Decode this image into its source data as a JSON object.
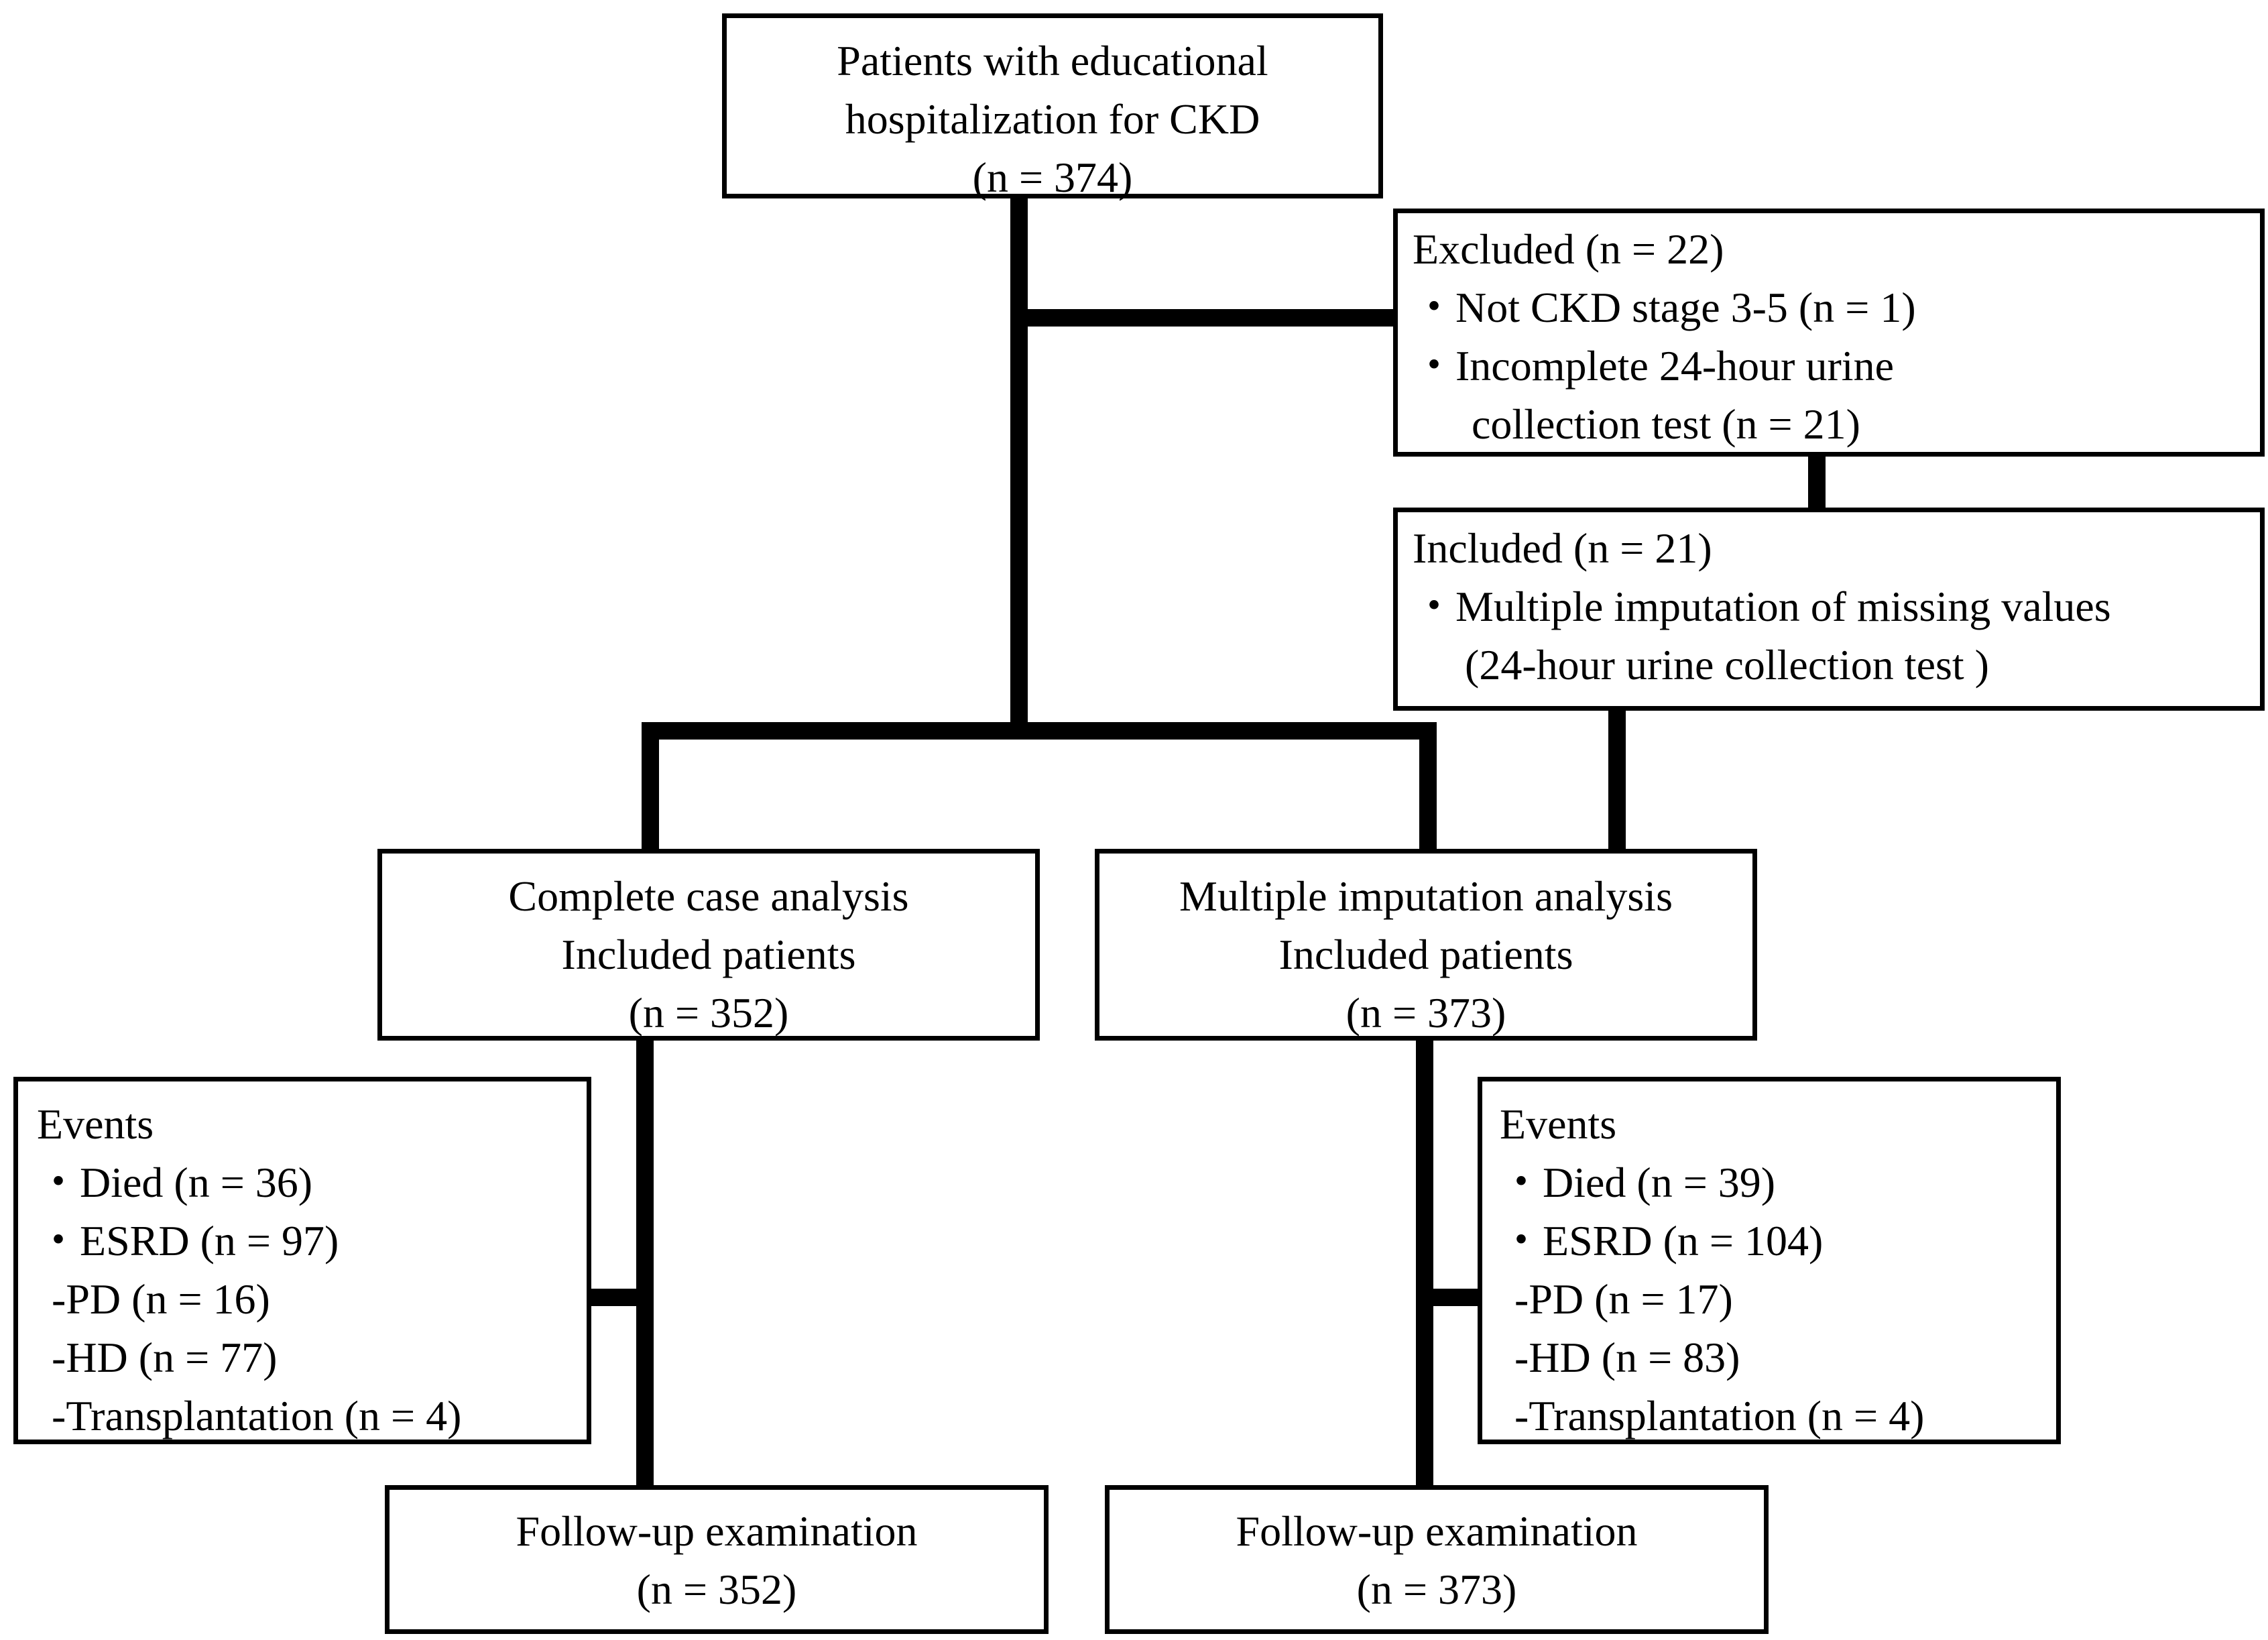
{
  "nodes": {
    "start": {
      "lines": [
        "Patients with educational",
        "hospitalization for CKD",
        "(n = 374)"
      ]
    },
    "excluded": {
      "title": "Excluded (n = 22)",
      "bullets": [
        "・Not CKD stage 3-5 (n = 1)",
        "・Incomplete 24-hour urine"
      ],
      "continuation": "collection test (n = 21)"
    },
    "included": {
      "title": "Included (n = 21)",
      "bullets": [
        "・Multiple imputation of missing values"
      ],
      "continuation": "(24-hour urine collection test )"
    },
    "complete_case": {
      "lines": [
        "Complete case analysis",
        "Included patients",
        "(n = 352)"
      ]
    },
    "multiple_imputation": {
      "lines": [
        "Multiple imputation analysis",
        "Included patients",
        "(n = 373)"
      ]
    },
    "events_left": {
      "title": "Events",
      "bullets": [
        "・Died (n = 36)",
        "・ESRD (n = 97)"
      ],
      "sub": [
        "-PD (n = 16)",
        "-HD (n = 77)",
        "-Transplantation (n = 4)"
      ]
    },
    "events_right": {
      "title": "Events",
      "bullets": [
        "・Died (n = 39)",
        "・ESRD (n = 104)"
      ],
      "sub": [
        "-PD (n = 17)",
        "-HD (n = 83)",
        "-Transplantation (n = 4)"
      ]
    },
    "followup_left": {
      "lines": [
        "Follow-up examination",
        "(n = 352)"
      ]
    },
    "followup_right": {
      "lines": [
        "Follow-up examination",
        "(n = 373)"
      ]
    }
  },
  "colors": {
    "stroke": "#000000",
    "background": "#ffffff"
  }
}
